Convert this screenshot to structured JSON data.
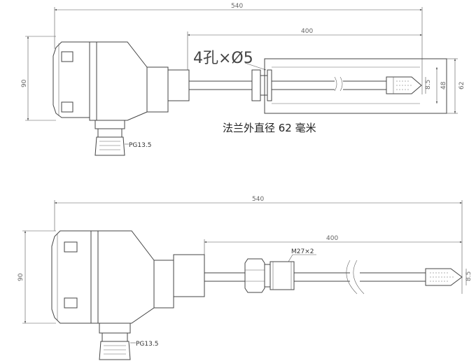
{
  "upper_view": {
    "overall_length": "540",
    "probe_length": "400",
    "flange_callout": "4孔×Ø5",
    "body_height": "90",
    "inner_dim": "48",
    "flange_dim": "62",
    "tip_dim": "8.5",
    "cable_gland": "PG13.5",
    "note": "法兰外直径 62 毫米"
  },
  "lower_view": {
    "overall_length": "540",
    "probe_length": "400",
    "thread": "M27×2",
    "body_height": "90",
    "tip_dim": "8.5",
    "cable_gland": "PG13.5"
  }
}
